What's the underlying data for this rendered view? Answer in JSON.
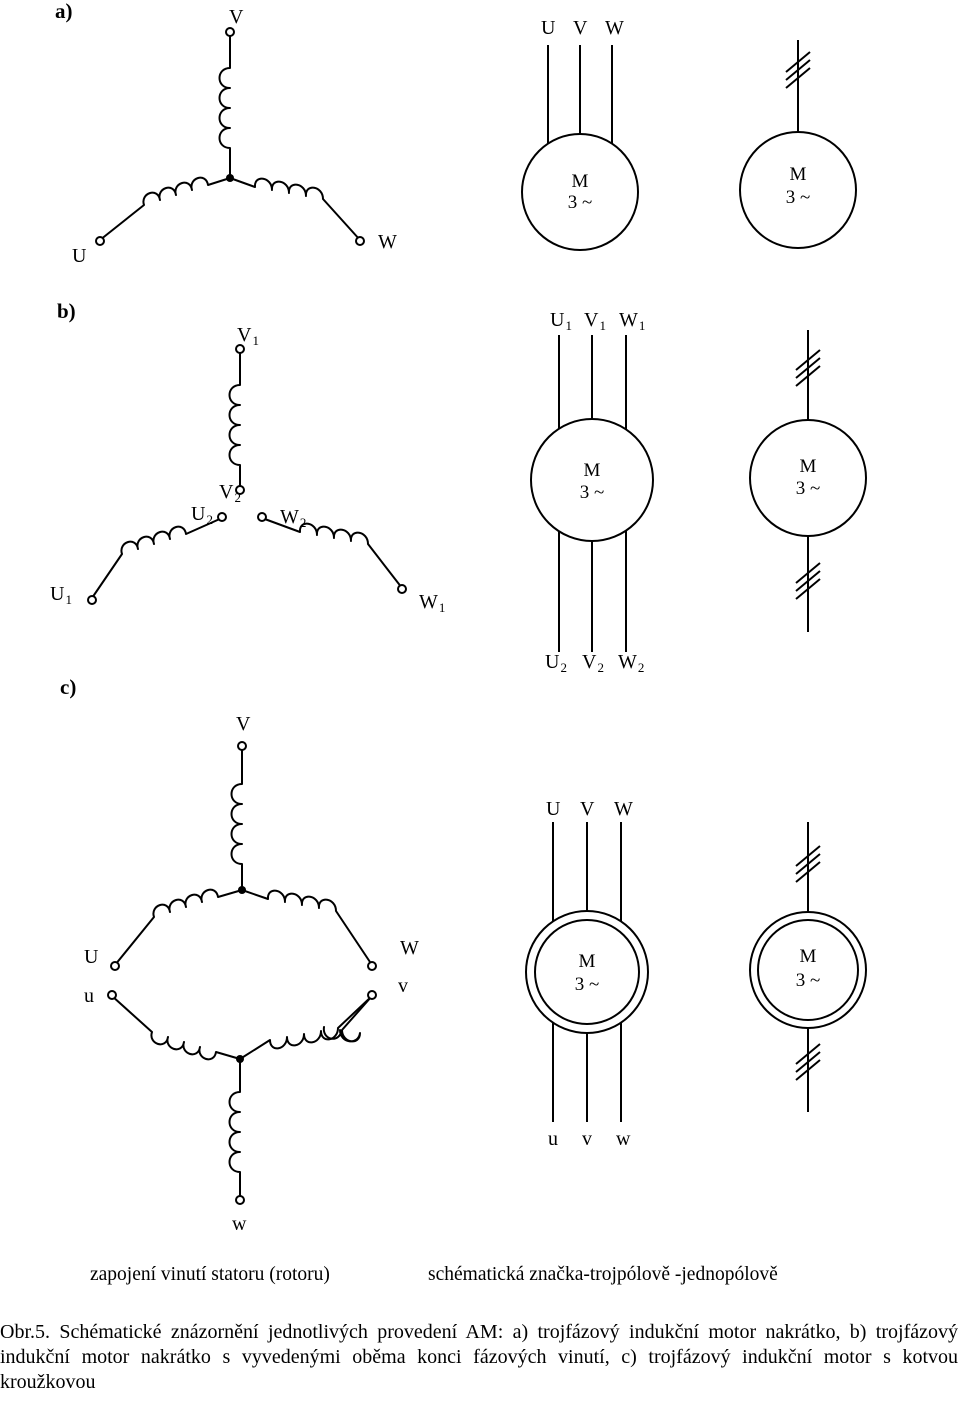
{
  "panels": {
    "a": {
      "marker": "a)",
      "star": {
        "top": "V",
        "left": "U",
        "right": "W"
      },
      "lines_header": [
        "U",
        "V",
        "W"
      ],
      "motor_multi": {
        "line1": "M",
        "line2": "3 ~"
      },
      "motor_single": {
        "line1": "M",
        "line2": "3 ~"
      }
    },
    "b": {
      "marker": "b)",
      "star_outer": {
        "top": {
          "base": "V",
          "sub": "1"
        },
        "left": {
          "base": "U",
          "sub": "1"
        },
        "right": {
          "base": "W",
          "sub": "1"
        }
      },
      "star_inner": {
        "v2": {
          "base": "V",
          "sub": "2"
        },
        "u2": {
          "base": "U",
          "sub": "2"
        },
        "w2": {
          "base": "W",
          "sub": "2"
        }
      },
      "lines_header_top": [
        {
          "base": "U",
          "sub": "1"
        },
        {
          "base": "V",
          "sub": "1"
        },
        {
          "base": "W",
          "sub": "1"
        }
      ],
      "lines_header_bottom": [
        {
          "base": "U",
          "sub": "2"
        },
        {
          "base": "V",
          "sub": "2"
        },
        {
          "base": "W",
          "sub": "2"
        }
      ],
      "motor_multi": {
        "line1": "M",
        "line2": "3 ~"
      },
      "motor_single": {
        "line1": "M",
        "line2": "3 ~"
      }
    },
    "c": {
      "marker": "c)",
      "stator": {
        "top": "V",
        "left": "U",
        "right": "W"
      },
      "rotor": {
        "left": "u",
        "right": "v",
        "bottom": "w"
      },
      "lines_header_top": [
        "U",
        "V",
        "W"
      ],
      "lines_header_bottom": [
        "u",
        "v",
        "w"
      ],
      "motor_multi": {
        "line1": "M",
        "line2": "3 ~"
      },
      "motor_single": {
        "line1": "M",
        "line2": "3 ~"
      }
    }
  },
  "captions": {
    "left": "zapojení vinutí statoru (rotoru)",
    "right": "schématická značka-trojpólově  -jednopólově"
  },
  "figure_caption": "Obr.5. Schématické znázornění jednotlivých provedení AM: a) trojfázový indukční motor nakrátko, b) trojfázový indukční motor nakrátko s vyvedenými oběma konci fázových vinutí, c) trojfázový indukční motor s kotvou kroužkovou"
}
